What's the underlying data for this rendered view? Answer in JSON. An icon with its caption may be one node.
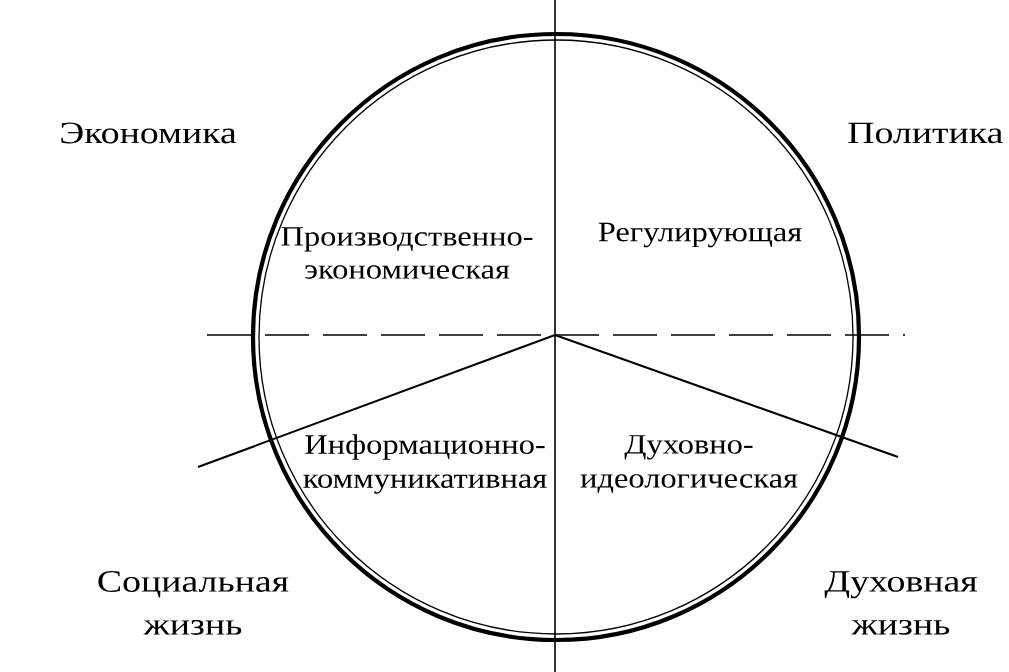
{
  "diagram": {
    "labels": [
      "Экономика",
      "Политика",
      "Производственно-экономическая",
      "Регулирующая",
      "Информационно-коммуникативная",
      "Духовно-идеологическая",
      "Социальная жизнь",
      "Духовная жизнь"
    ]
  }
}
